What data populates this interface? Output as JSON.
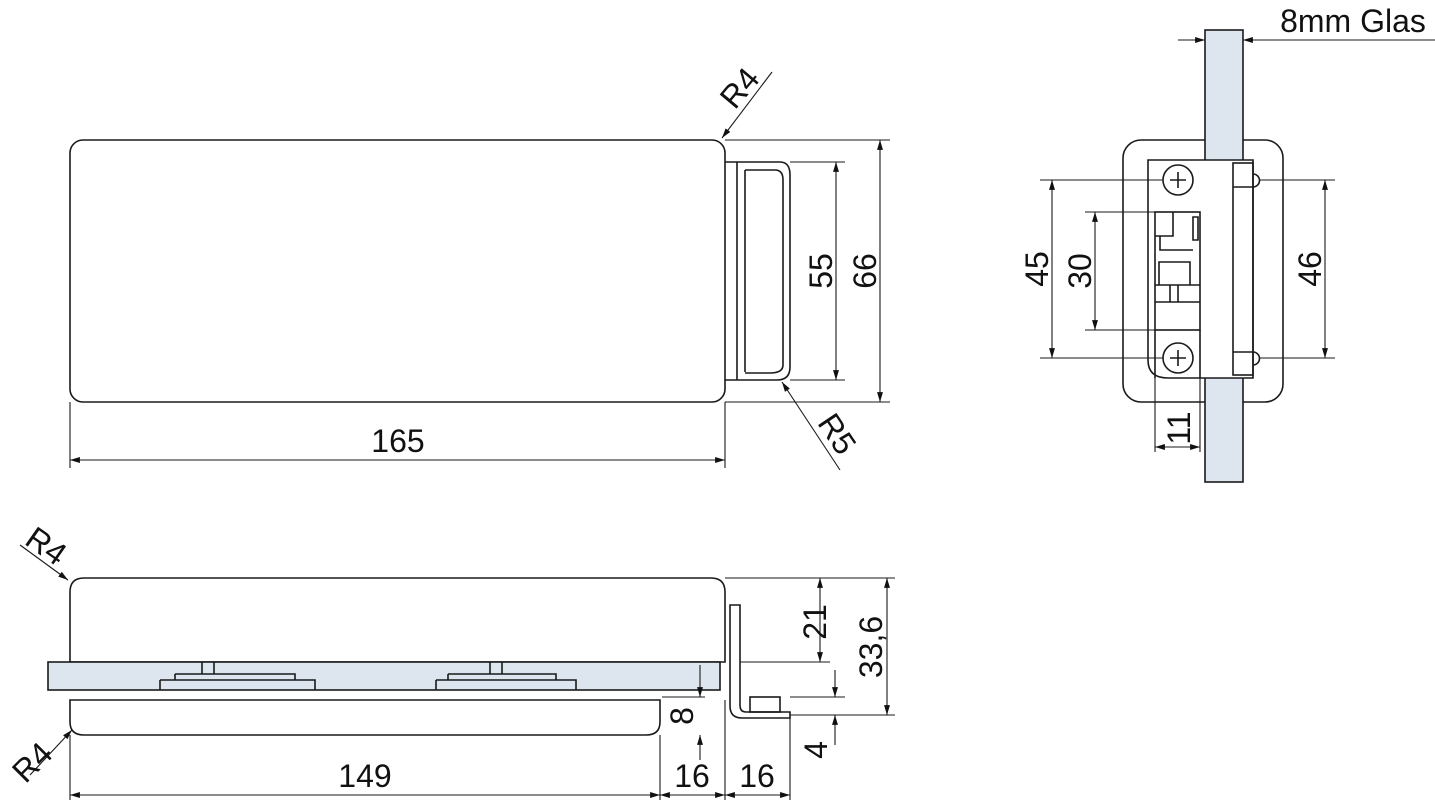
{
  "top_view": {
    "length": "165",
    "inner_height": "55",
    "outer_height": "66",
    "corner_radius": "R4",
    "handle_radius": "R5"
  },
  "side_view": {
    "glass_label": "8mm Glas",
    "screw_spacing": "45",
    "slot_height": "30",
    "pin_spacing": "46",
    "offset": "11"
  },
  "front_view": {
    "corner_radius_top": "R4",
    "corner_radius_bottom": "R4",
    "base_length": "149",
    "gap_1": "16",
    "gap_2": "16",
    "glass_thickness": "8",
    "upper_height": "21",
    "total_height": "33,6",
    "bracket_height": "4"
  },
  "colors": {
    "glass": "#dde6ee",
    "line": "#1a1a1a"
  }
}
